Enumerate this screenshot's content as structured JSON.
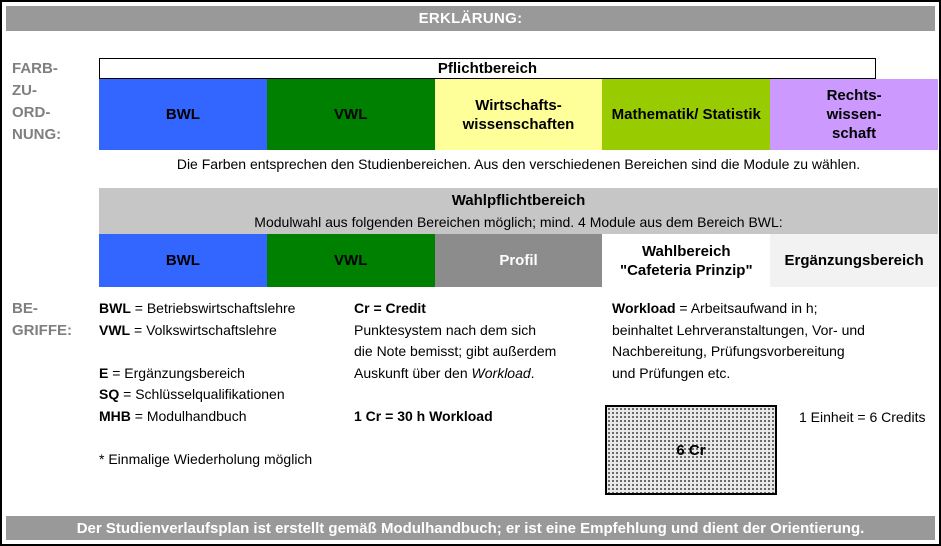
{
  "header": {
    "title": "ERKLÄRUNG:"
  },
  "footer": {
    "text": "Der Studienverlaufsplan ist erstellt gemäß Modulhandbuch; er ist eine Empfehlung und dient der Orientierung."
  },
  "colors": {
    "bar_gray": "#999999",
    "section_gray": "#C6C6C6"
  },
  "farbzuordnung": {
    "label": "FARB-\nZU-\nORD-\nNUNG:",
    "pflicht": {
      "title": "Pflichtbereich",
      "cells": [
        {
          "label": "BWL",
          "bg": "#3366FF",
          "fg": "#000000"
        },
        {
          "label": "VWL",
          "bg": "#008000",
          "fg": "#000000"
        },
        {
          "label": "Wirtschafts-\nwissenschaften",
          "bg": "#FFFF99",
          "fg": "#000000"
        },
        {
          "label": "Mathematik/ Statistik",
          "bg": "#99CC00",
          "fg": "#000000"
        },
        {
          "label": "Rechts-\nwissen-\nschaft",
          "bg": "#CC99FF",
          "fg": "#000000"
        }
      ],
      "caption": "Die Farben entsprechen den Studienbereichen. Aus den verschiedenen Bereichen sind die Module zu wählen."
    },
    "wahlpflicht": {
      "title": "Wahlpflichtbereich",
      "subtitle": "Modulwahl aus folgenden Bereichen möglich; mind. 4 Module aus dem Bereich BWL:",
      "cells": [
        {
          "label": "BWL",
          "bg": "#3366FF",
          "fg": "#000000"
        },
        {
          "label": "VWL",
          "bg": "#008000",
          "fg": "#000000"
        },
        {
          "label": "Profil",
          "bg": "#8C8C8C",
          "fg": "#FFFFFF"
        },
        {
          "label": "Wahlbereich\n\"Cafeteria Prinzip\"",
          "bg": "#FFFFFF",
          "fg": "#000000"
        },
        {
          "label": "Ergänzungsbereich",
          "bg": "#F2F2F2",
          "fg": "#000000"
        }
      ]
    }
  },
  "begriffe": {
    "label": "BE-\nGRIFFE:",
    "col1": {
      "defs": [
        {
          "term": "BWL",
          "rest": " = Betriebswirtschaftslehre"
        },
        {
          "term": "VWL",
          "rest": " = Volkswirtschaftslehre"
        },
        {
          "term": "E",
          "rest": " = Ergänzungsbereich"
        },
        {
          "term": "SQ",
          "rest": " = Schlüsselqualifikationen"
        },
        {
          "term": "MHB",
          "rest": " = Modulhandbuch"
        }
      ],
      "note": "* Einmalige Wiederholung möglich"
    },
    "col2": {
      "heading": "Cr = Credit",
      "line1": "Punktesystem nach dem sich",
      "line2": "die Note bemisst; gibt außerdem",
      "line3_pre": "Auskunft über den ",
      "line3_italic": "Workload",
      "line3_post": ".",
      "bold_line": "1 Cr = 30 h Workload"
    },
    "col3": {
      "term": "Workload",
      "term_rest": " = Arbeitsaufwand in h;",
      "line2": "beinhaltet Lehrveranstaltungen, Vor- und",
      "line3": "Nachbereitung, Prüfungsvorbereitung",
      "line4": "und Prüfungen etc."
    }
  },
  "credit_box": {
    "label": "6 Cr",
    "note": "1 Einheit = 6 Credits"
  }
}
